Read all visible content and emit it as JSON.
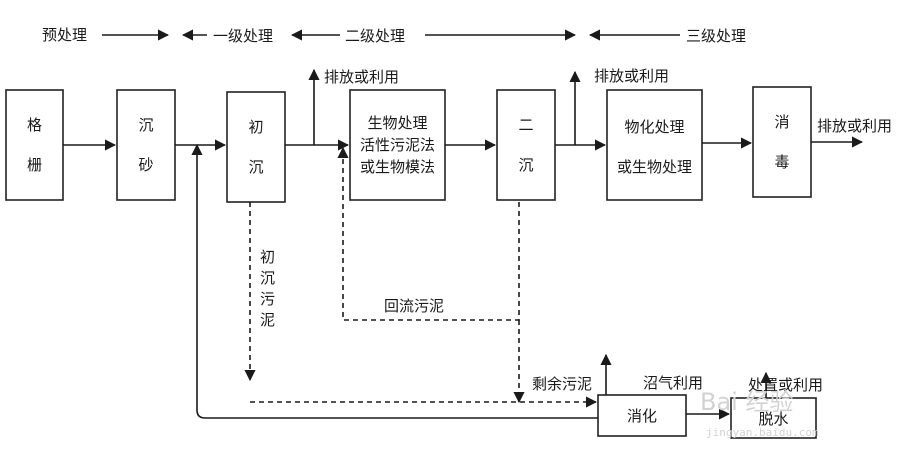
{
  "stages": {
    "pre": "预处理",
    "primary": "一级处理",
    "secondary": "二级处理",
    "tertiary": "三级处理"
  },
  "boxes": {
    "grille": [
      "格",
      "栅"
    ],
    "grit": [
      "沉",
      "砂"
    ],
    "primary_settle": [
      "初",
      "沉"
    ],
    "bio": [
      "生物处理",
      "活性污泥法",
      "或生物模法"
    ],
    "secondary_settle": [
      "二",
      "沉"
    ],
    "physchem": [
      "物化处理",
      "或生物处理"
    ],
    "disinfect": [
      "消",
      "毒"
    ],
    "digest": "消化",
    "dewater": "脱水"
  },
  "labels": {
    "discharge_1": "排放或利用",
    "discharge_2": "排放或利用",
    "discharge_3": "排放或利用",
    "primary_sludge": [
      "初",
      "沉",
      "污",
      "泥"
    ],
    "return_sludge": "回流污泥",
    "excess_sludge": "剩余污泥",
    "biogas": "沼气利用",
    "disposal": "处置或利用"
  },
  "watermark": {
    "text": "Bai 经验",
    "sub": "jingyan.baidu.com"
  }
}
